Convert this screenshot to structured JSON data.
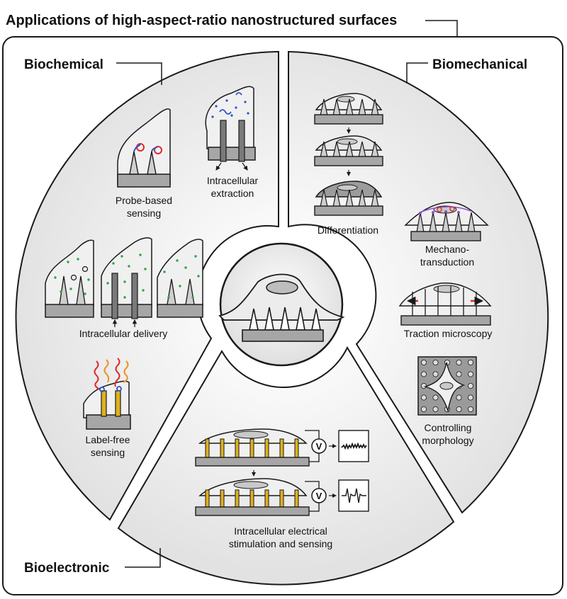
{
  "title": "Applications of high-aspect-ratio nanostructured surfaces",
  "sections": {
    "biochemical": "Biochemical",
    "biomechanical": "Biomechanical",
    "bioelectronic": "Bioelectronic"
  },
  "labels": {
    "probe_sensing": [
      "Probe-based",
      "sensing"
    ],
    "intracellular_extraction": [
      "Intracellular",
      "extraction"
    ],
    "intracellular_delivery": "Intracellular delivery",
    "label_free": [
      "Label-free",
      "sensing"
    ],
    "differentiation": "Differentiation",
    "mechanotransduction": [
      "Mechano-",
      "transduction"
    ],
    "traction": "Traction microscopy",
    "morphology": [
      "Controlling",
      "morphology"
    ],
    "electrical": [
      "Intracellular electrical",
      "stimulation and sensing"
    ],
    "voltage_symbol": "V"
  },
  "colors": {
    "panel": "#ebebeb",
    "outline": "#1a1a1a",
    "substrate": "#9a9a9a",
    "cell": "#e4e4e4",
    "gold": "#e0b020",
    "dots_green": "#2aa845",
    "probe_red": "#e02a2a",
    "probe_blue": "#2a52c8",
    "wave_orange": "#f0921e",
    "purple": "#8a4fc8"
  },
  "icons": [
    "nanopillar-icon",
    "cell-icon",
    "voltmeter-icon",
    "arrow-icon"
  ]
}
